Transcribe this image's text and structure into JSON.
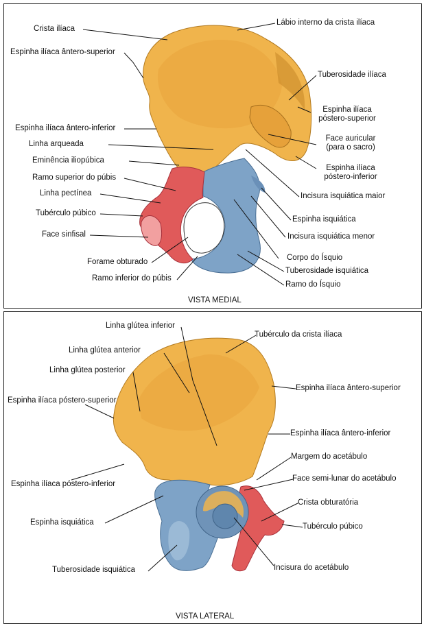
{
  "colors": {
    "ilium": "#f0b44c",
    "ilium_shade": "#d99a36",
    "ischium": "#7ea3c7",
    "ischium_shade": "#5f86ad",
    "pubis": "#e05a5a",
    "pubis_shade": "#c23f44",
    "lines": "#111111"
  },
  "medial": {
    "caption": "VISTA MEDIAL",
    "labels": {
      "crista_iliaca": "Crista ilíaca",
      "espinha_antero_superior": "Espinha ilíaca ântero-superior",
      "espinha_antero_inferior": "Espinha ilíaca ântero-inferior",
      "linha_arqueada": "Linha arqueada",
      "eminencia_iliopubica": "Eminência iliopúbica",
      "ramo_superior_pubis": "Ramo superior do púbis",
      "linha_pectinea": "Linha pectínea",
      "tuberculo_pubico": "Tubérculo púbico",
      "face_sinfisal": "Face sinfisal",
      "forame_obturado": "Forame obturado",
      "ramo_inferior_pubis": "Ramo inferior do púbis",
      "labio_interno": "Lábio interno da crista ilíaca",
      "tuberosidade_iliaca": "Tuberosidade ilíaca",
      "espinha_postero_superior_1": "Espinha ilíaca",
      "espinha_postero_superior_2": "póstero-superior",
      "face_auricular_1": "Face auricular",
      "face_auricular_2": "(para o sacro)",
      "espinha_postero_inferior_1": "Espinha ilíaca",
      "espinha_postero_inferior_2": "póstero-inferior",
      "incisura_maior": "Incisura isquiática maior",
      "espinha_isquiatica": "Espinha isquiática",
      "incisura_menor": "Incisura isquiática menor",
      "corpo_isquio": "Corpo do Ísquio",
      "tuberosidade_isquiatica": "Tuberosidade isquiática",
      "ramo_isquio": "Ramo do Ísquio"
    }
  },
  "lateral": {
    "caption": "VISTA LATERAL",
    "labels": {
      "linha_glutea_inferior": "Linha glútea inferior",
      "linha_glutea_anterior": "Linha glútea anterior",
      "linha_glutea_posterior": "Linha glútea posterior",
      "espinha_postero_superior": "Espinha ilíaca póstero-superior",
      "espinha_postero_inferior": "Espinha ilíaca póstero-inferior",
      "espinha_isquiatica": "Espinha isquiática",
      "tuberosidade_isquiatica": "Tuberosidade isquiática",
      "tuberculo_crista": "Tubérculo da crista ilíaca",
      "espinha_antero_superior": "Espinha ilíaca ântero-superior",
      "espinha_antero_inferior": "Espinha ilíaca ântero-inferior",
      "margem_acetabulo": "Margem do acetábulo",
      "face_semilunar": "Face semi-lunar do acetábulo",
      "crista_obturatoria": "Crista obturatória",
      "tuberculo_pubico": "Tubérculo púbico",
      "incisura_acetabulo": "Incisura do acetábulo"
    }
  }
}
